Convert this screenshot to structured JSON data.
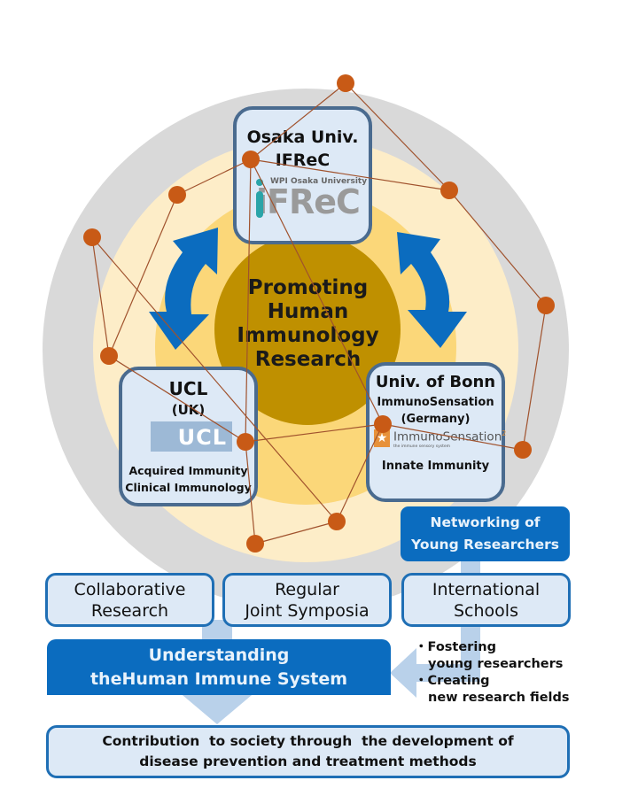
{
  "colors": {
    "outer_ring": "#d9d9d9",
    "middle_ring": "#fdedc8",
    "inner_ring": "#fbd779",
    "core": "#bf9000",
    "node": "#c85a16",
    "edge": "#a0522d",
    "arrow_blue": "#0b6cbf",
    "box_fill": "#dde9f6",
    "box_border": "#4a6b8f",
    "flow_arrow": "#b9d1ea"
  },
  "center": {
    "lines": [
      "Promoting",
      "Human",
      "Immunology",
      "Research"
    ]
  },
  "institutions": {
    "osaka": {
      "title_line1": "Osaka Univ.",
      "title_line2": "IFReC",
      "logo_small": "WPI Osaka University",
      "logo_main": "iFReC"
    },
    "ucl": {
      "title": "UCL",
      "country": "(UK)",
      "logo": "UCL",
      "focus_line1": "Acquired Immunity",
      "focus_line2": "Clinical Immunology"
    },
    "bonn": {
      "title": "Univ. of Bonn",
      "program": "ImmunoSensation",
      "country": "(Germany)",
      "logo_main": "ImmunoSensation",
      "logo_sup": "2",
      "logo_tagline": "the immune sensory system",
      "focus": "Innate Immunity"
    }
  },
  "networking": {
    "line1": "Networking of",
    "line2": "Young Researchers"
  },
  "activities": [
    {
      "line1": "Collaborative",
      "line2": "Research"
    },
    {
      "line1": "Regular",
      "line2": "Joint Symposia"
    },
    {
      "line1": "International",
      "line2": "Schools"
    }
  ],
  "understanding": {
    "line1": "Understanding",
    "line2": "theHuman Immune System"
  },
  "outcomes": [
    {
      "line1": "Fostering",
      "line2": "young researchers"
    },
    {
      "line1": "Creating",
      "line2": "new research fields"
    }
  ],
  "bullet_char": "・",
  "contribution": {
    "line1": "Contribution  to society through  the development of",
    "line2": "disease prevention and treatment methods"
  }
}
